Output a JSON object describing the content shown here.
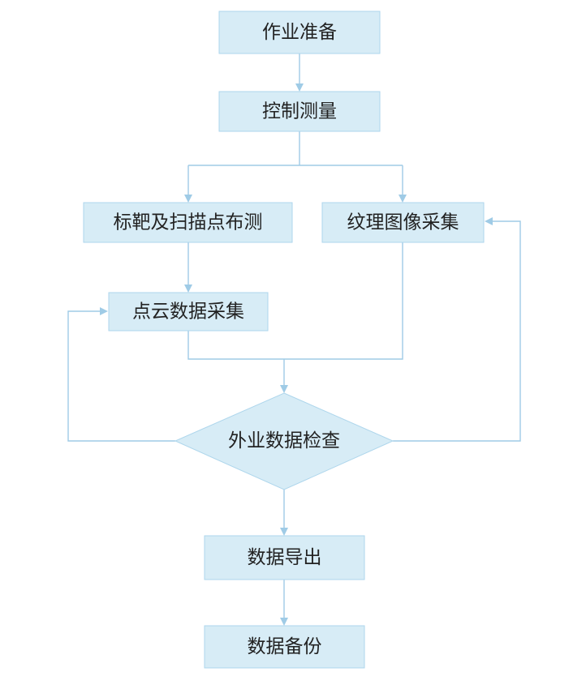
{
  "nodes": {
    "prep": "作业准备",
    "control": "控制测量",
    "target": "标靶及扫描点布测",
    "texture": "纹理图像采集",
    "pointcloud": "点云数据采集",
    "check": "外业数据检查",
    "export": "数据导出",
    "backup": "数据备份"
  },
  "colors": {
    "box_fill": "#d7ecf6",
    "box_border": "#aed6ec",
    "line": "#9fcbe6",
    "text": "#222222"
  }
}
